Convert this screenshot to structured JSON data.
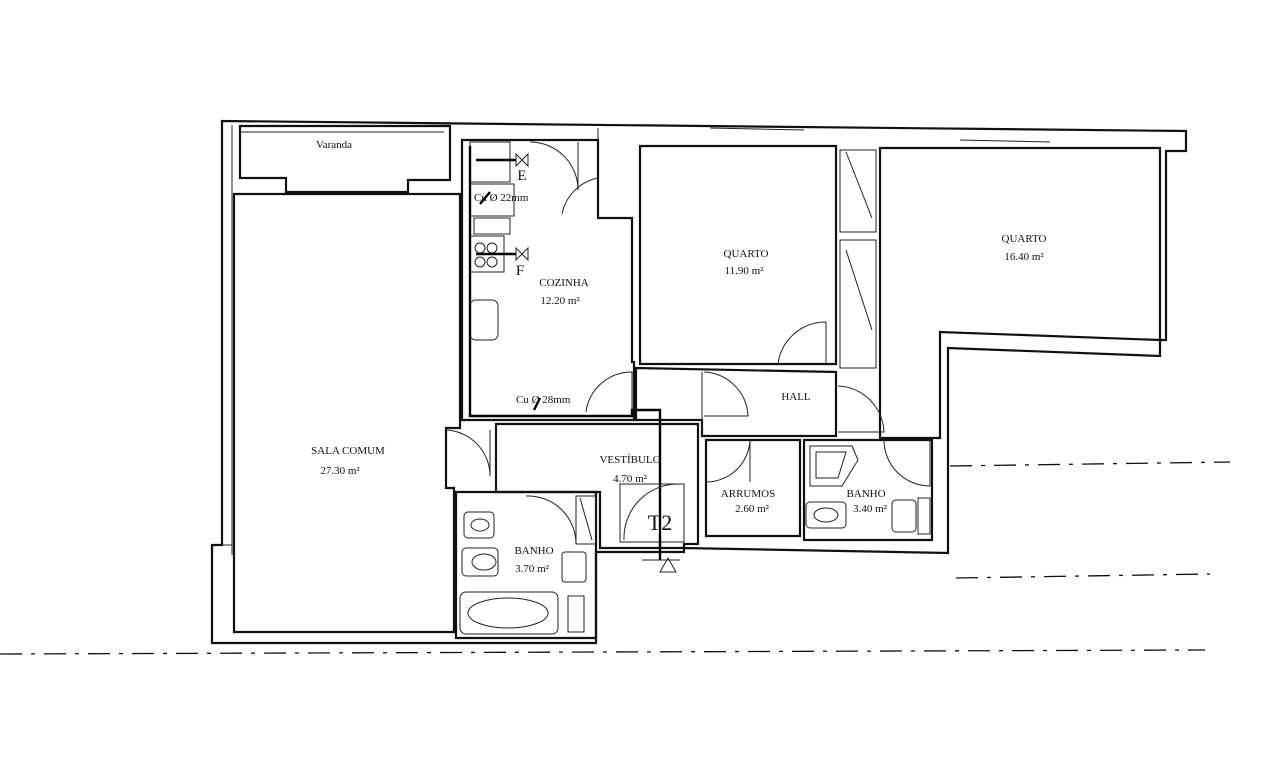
{
  "plan": {
    "type_label": "T2",
    "rooms": [
      {
        "id": "varanda",
        "name": "Varanda",
        "area": ""
      },
      {
        "id": "sala",
        "name": "SALA COMUM",
        "area": "27.30 m²"
      },
      {
        "id": "cozinha",
        "name": "COZINHA",
        "area": "12.20 m²"
      },
      {
        "id": "quarto1",
        "name": "QUARTO",
        "area": "11.90 m²"
      },
      {
        "id": "quarto2",
        "name": "QUARTO",
        "area": "16.40 m²"
      },
      {
        "id": "hall",
        "name": "HALL",
        "area": ""
      },
      {
        "id": "vestibulo",
        "name": "VESTÍBULO",
        "area": "4.70 m²"
      },
      {
        "id": "arrumos",
        "name": "ARRUMOS",
        "area": "2.60 m²"
      },
      {
        "id": "banho1",
        "name": "BANHO",
        "area": "3.70 m²"
      },
      {
        "id": "banho2",
        "name": "BANHO",
        "area": "3.40 m²"
      }
    ],
    "pipe_labels": [
      "Cu Ø 22mm",
      "Cu Ø 28mm"
    ],
    "valve_labels": [
      "E",
      "F"
    ]
  }
}
